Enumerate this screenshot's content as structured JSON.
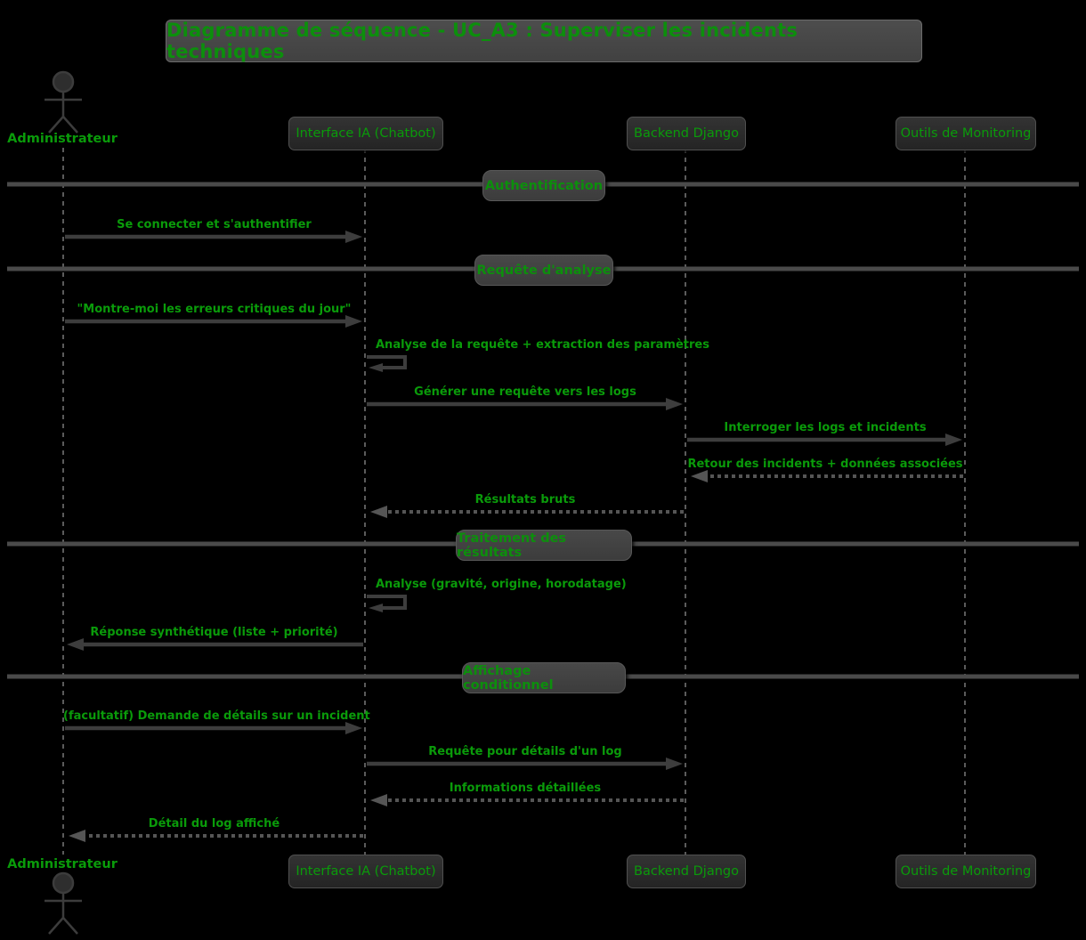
{
  "title": "Diagramme de séquence - UC_A3 : Superviser les incidents techniques",
  "colors": {
    "background": "#000000",
    "green": "#0a9b0a",
    "green_dim": "#0c8f0c",
    "arrow_gray": "#3d3d3d",
    "dashed_gray": "#555555",
    "box_fill": "#2c2c2c",
    "box_border": "#505050",
    "divider_fill": "#424242"
  },
  "participants": [
    {
      "label": "Administrateur",
      "type": "actor"
    },
    {
      "label": "Interface IA (Chatbot)",
      "type": "participant"
    },
    {
      "label": "Backend Django",
      "type": "participant"
    },
    {
      "label": "Outils de Monitoring",
      "type": "participant"
    }
  ],
  "dividers": [
    {
      "label": "Authentification"
    },
    {
      "label": "Requête d'analyse"
    },
    {
      "label": "Traitement des résultats"
    },
    {
      "label": "Affichage conditionnel"
    }
  ],
  "messages": [
    {
      "from": "Administrateur",
      "to": "Interface IA (Chatbot)",
      "style": "solid",
      "text": "Se connecter et s'authentifier"
    },
    {
      "from": "Administrateur",
      "to": "Interface IA (Chatbot)",
      "style": "solid",
      "text": "\"Montre-moi les erreurs critiques du jour\""
    },
    {
      "from": "Interface IA (Chatbot)",
      "to": "Interface IA (Chatbot)",
      "style": "self",
      "text": "Analyse de la requête + extraction des paramètres"
    },
    {
      "from": "Interface IA (Chatbot)",
      "to": "Backend Django",
      "style": "solid",
      "text": "Générer une requête vers les logs"
    },
    {
      "from": "Backend Django",
      "to": "Outils de Monitoring",
      "style": "solid",
      "text": "Interroger les logs et incidents"
    },
    {
      "from": "Outils de Monitoring",
      "to": "Backend Django",
      "style": "dashed",
      "text": "Retour des incidents + données associées"
    },
    {
      "from": "Backend Django",
      "to": "Interface IA (Chatbot)",
      "style": "dashed",
      "text": "Résultats bruts"
    },
    {
      "from": "Interface IA (Chatbot)",
      "to": "Interface IA (Chatbot)",
      "style": "self",
      "text": "Analyse (gravité, origine, horodatage)"
    },
    {
      "from": "Interface IA (Chatbot)",
      "to": "Administrateur",
      "style": "solid",
      "text": "Réponse synthétique (liste + priorité)"
    },
    {
      "from": "Administrateur",
      "to": "Interface IA (Chatbot)",
      "style": "solid",
      "text": "(facultatif) Demande de détails sur un incident"
    },
    {
      "from": "Interface IA (Chatbot)",
      "to": "Backend Django",
      "style": "solid",
      "text": "Requête pour détails d'un log"
    },
    {
      "from": "Backend Django",
      "to": "Interface IA (Chatbot)",
      "style": "dashed",
      "text": "Informations détaillées"
    },
    {
      "from": "Interface IA (Chatbot)",
      "to": "Administrateur",
      "style": "dashed",
      "text": "Détail du log affiché"
    }
  ]
}
